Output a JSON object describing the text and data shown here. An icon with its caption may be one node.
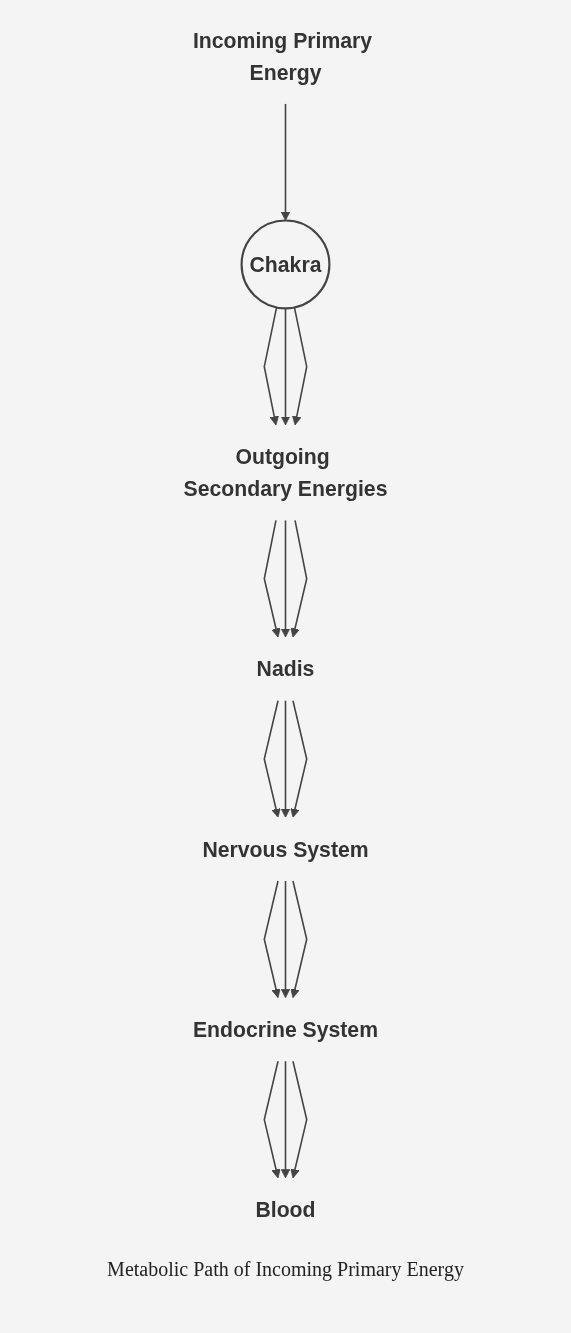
{
  "diagram": {
    "caption": "Metabolic Path of Incoming Primary Energy",
    "nodes": [
      {
        "text": [
          "Incoming Primary Energy"
        ]
      },
      {
        "text": [
          "Chakra"
        ]
      },
      {
        "text": [
          "Outgoing Secondary Energies"
        ]
      },
      {
        "text": [
          "Nadis"
        ]
      },
      {
        "text": [
          "Nervous System"
        ]
      },
      {
        "text": [
          "Endocrine System"
        ]
      },
      {
        "text": [
          "Blood"
        ]
      }
    ],
    "edges": [
      {
        "from": 0,
        "to": 1,
        "arrow": "to"
      },
      {
        "from": 1,
        "to": 2,
        "arrow": "to"
      },
      {
        "from": 1,
        "to": 2,
        "arrow": "to"
      },
      {
        "from": 1,
        "to": 2,
        "arrow": "to"
      },
      {
        "from": 2,
        "to": 3,
        "arrow": "to"
      },
      {
        "from": 2,
        "to": 3,
        "arrow": "to"
      },
      {
        "from": 2,
        "to": 3,
        "arrow": "to"
      },
      {
        "from": 3,
        "to": 4,
        "arrow": "to"
      },
      {
        "from": 3,
        "to": 4,
        "arrow": "to"
      },
      {
        "from": 3,
        "to": 4,
        "arrow": "to"
      },
      {
        "from": 4,
        "to": 5,
        "arrow": "to"
      },
      {
        "from": 4,
        "to": 5,
        "arrow": "to"
      },
      {
        "from": 4,
        "to": 5,
        "arrow": "to"
      },
      {
        "from": 5,
        "to": 6,
        "arrow": "to"
      },
      {
        "from": 5,
        "to": 6,
        "arrow": "to"
      },
      {
        "from": 5,
        "to": 6,
        "arrow": "to"
      }
    ]
  }
}
